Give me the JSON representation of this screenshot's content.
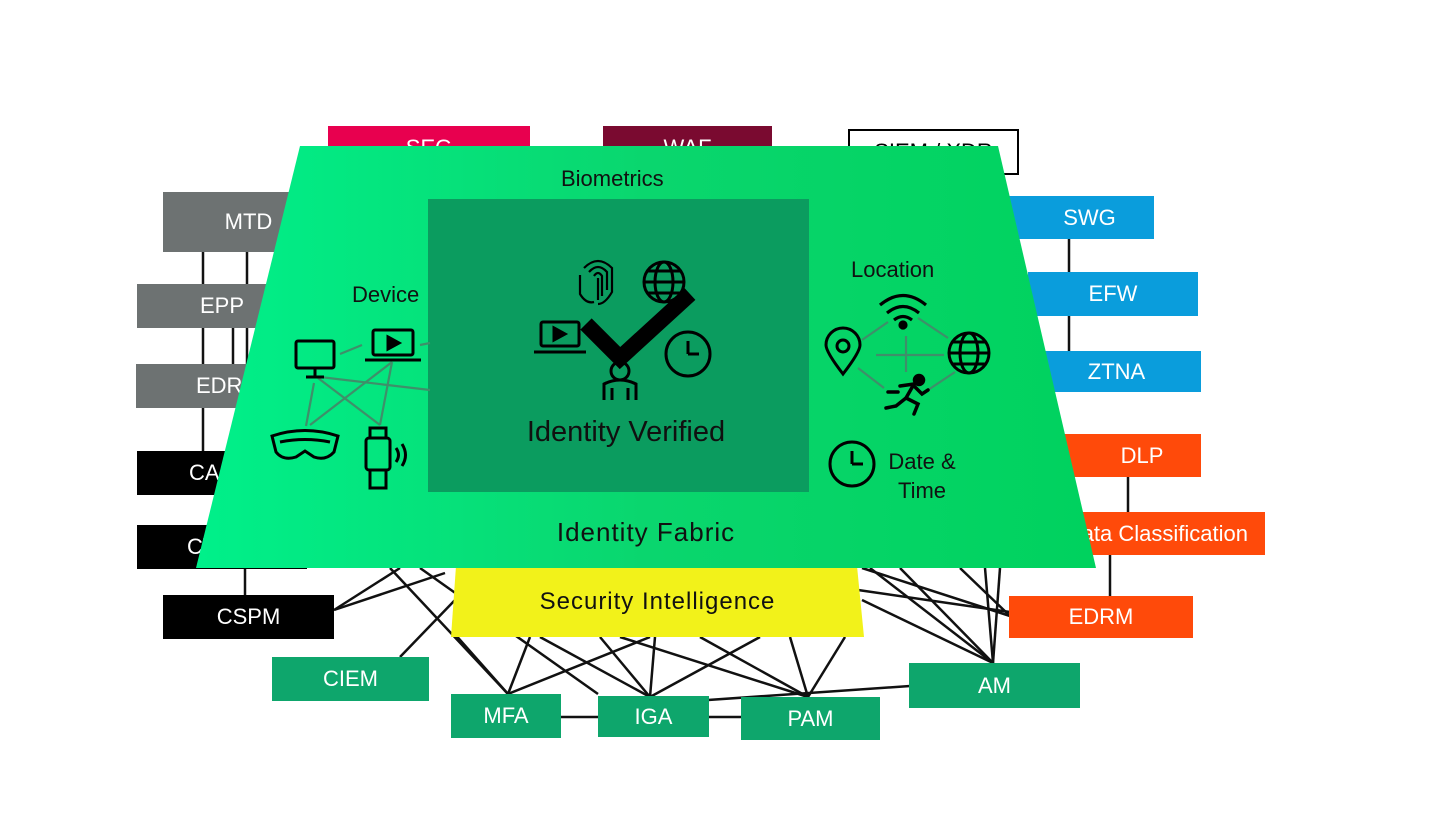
{
  "boxes": {
    "seg": "SEG",
    "waf": "WAF",
    "siem_xdr": "SIEM / XDR",
    "mtd": "MTD",
    "epp": "EPP",
    "edr": "EDR",
    "casb": "CASB",
    "cwpp": "CWPP",
    "cspm": "CSPM",
    "ciem": "CIEM",
    "mfa": "MFA",
    "iga": "IGA",
    "pam": "PAM",
    "am": "AM",
    "swg": "SWG",
    "efw": "EFW",
    "ztna": "ZTNA",
    "dlp": "DLP",
    "data_classification": "Data Classification",
    "edrm": "EDRM"
  },
  "fabric": {
    "title": "Identity Fabric",
    "biometrics": "Biometrics",
    "device": "Device",
    "location": "Location",
    "date_time_line1": "Date &",
    "date_time_line2": "Time",
    "identity_verified": "Identity Verified"
  },
  "security_intelligence": "Security Intelligence",
  "colors": {
    "fabric_green": "#00e27a",
    "inner_green": "#0b9c5f",
    "security_yellow": "#f2f21a",
    "box_gray": "#6d7272",
    "box_black": "#000000",
    "box_green": "#0ea66c",
    "box_blue": "#0a9ddc",
    "box_orange": "#ff4a0a",
    "box_pink": "#e8004f",
    "box_maroon": "#7a0a30"
  },
  "icons": [
    "monitor-icon",
    "laptop-icon",
    "vr-headset-icon",
    "smartwatch-icon",
    "fingerprint-icon",
    "globe-icon",
    "clock-icon",
    "checkmark-icon",
    "person-icon",
    "map-pin-icon",
    "wifi-icon",
    "runner-icon"
  ]
}
